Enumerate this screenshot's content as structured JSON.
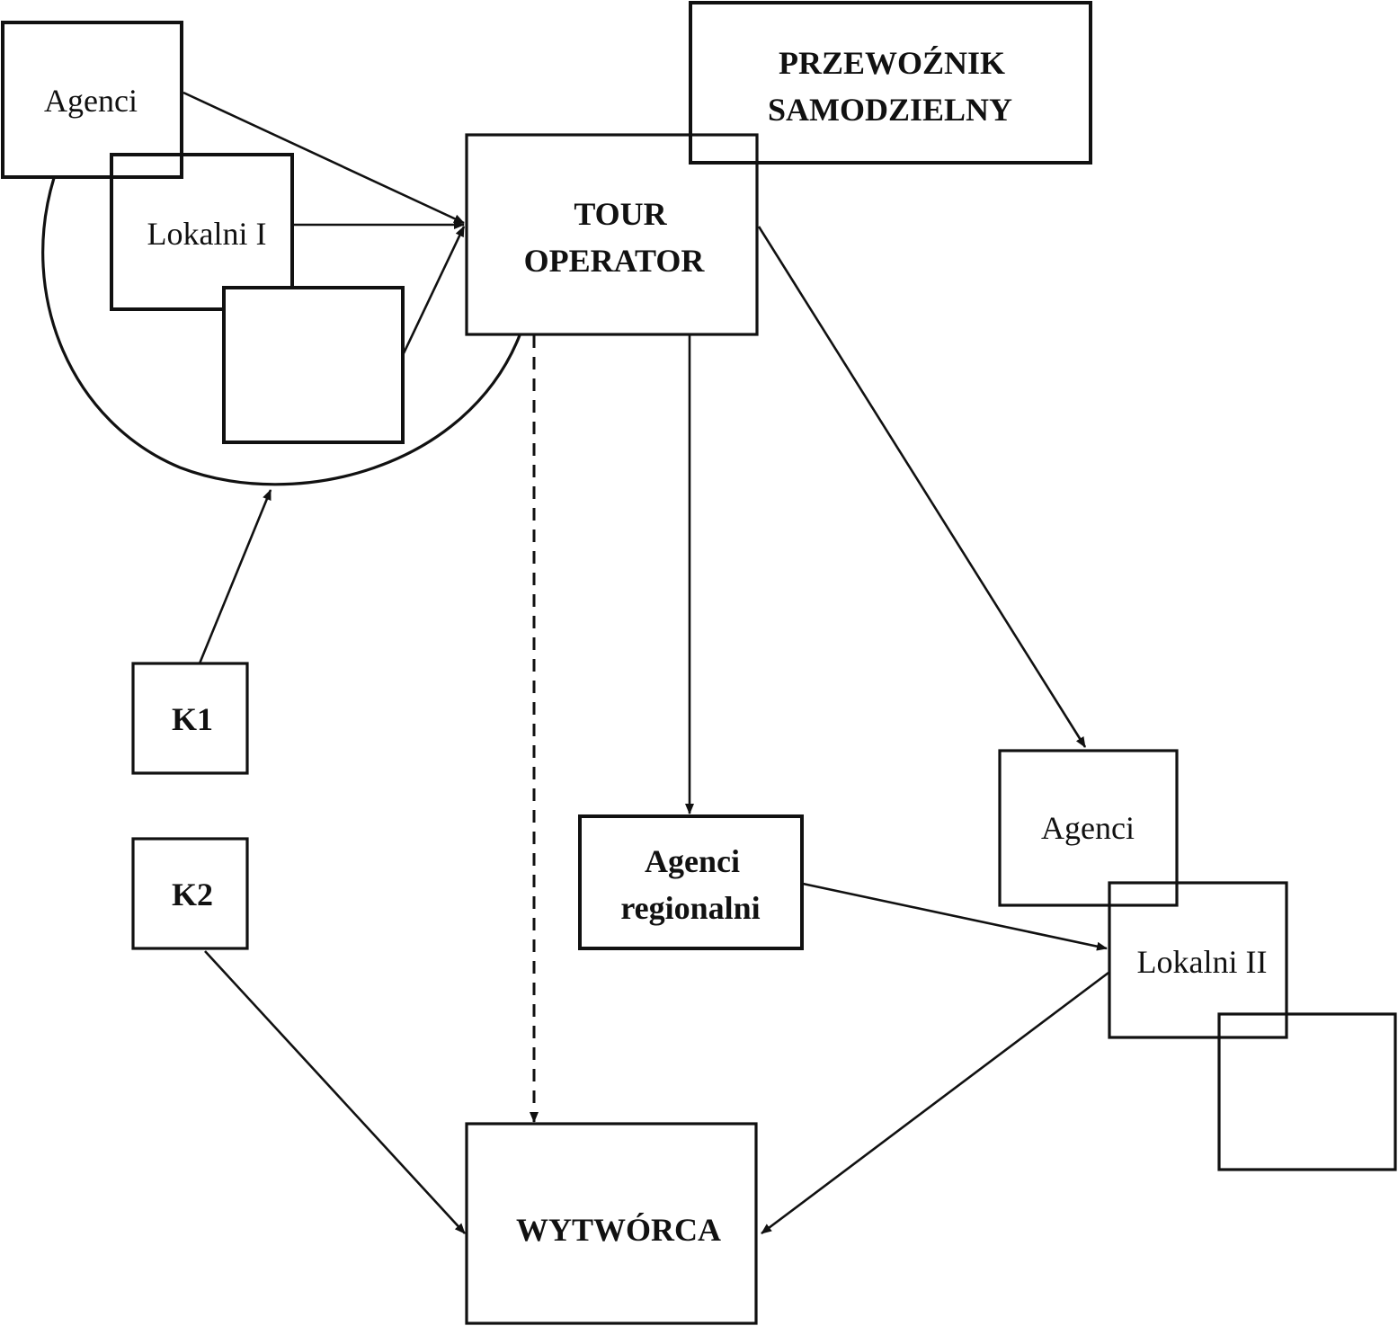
{
  "diagram": {
    "nodes": {
      "agenci_top": "Agenci",
      "lokalni_1": "Lokalni I",
      "przewoznik_line1": "PRZEWOŹNIK",
      "przewoznik_line2": "SAMODZIELNY",
      "tour_line1": "TOUR",
      "tour_line2": "OPERATOR",
      "k1": "K1",
      "k2": "K2",
      "agenci_regionalni_line1": "Agenci",
      "agenci_regionalni_line2": "regionalni",
      "agenci_right": "Agenci",
      "lokalni_2": "Lokalni II",
      "wytworca": "WYTWÓRCA"
    },
    "edges": [
      {
        "from": "Agenci",
        "to": "TOUR OPERATOR",
        "style": "solid"
      },
      {
        "from": "Lokalni I",
        "to": "TOUR OPERATOR",
        "style": "solid"
      },
      {
        "from": "unlabeled box",
        "to": "TOUR OPERATOR",
        "style": "solid"
      },
      {
        "from": "K1",
        "to": "circle group",
        "style": "solid"
      },
      {
        "from": "TOUR OPERATOR",
        "to": "WYTWÓRCA",
        "style": "dashed"
      },
      {
        "from": "TOUR OPERATOR",
        "to": "Agenci regionalni",
        "style": "solid"
      },
      {
        "from": "TOUR OPERATOR",
        "to": "Agenci",
        "style": "solid"
      },
      {
        "from": "Agenci regionalni",
        "to": "Lokalni II",
        "style": "solid"
      },
      {
        "from": "Lokalni II",
        "to": "WYTWÓRCA",
        "style": "solid"
      },
      {
        "from": "K2",
        "to": "WYTWÓRCA",
        "style": "solid"
      }
    ]
  }
}
